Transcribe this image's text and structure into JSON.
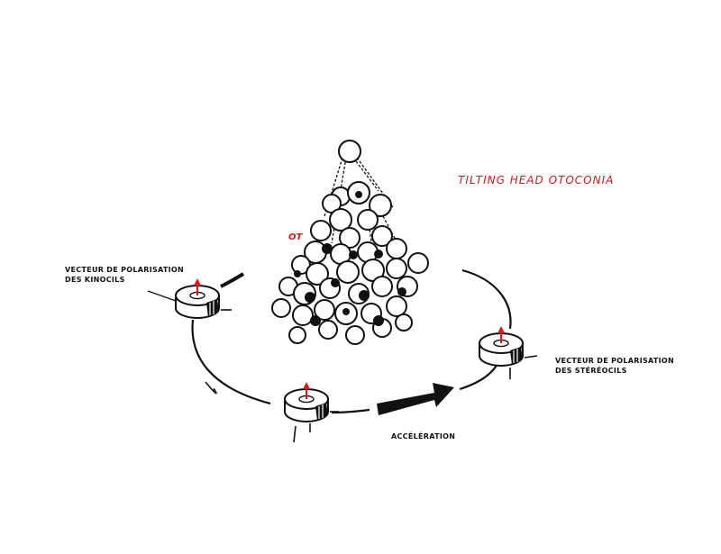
{
  "title": "TILTING HEAD OTOCONIA",
  "otolith_label": "OT",
  "label_kinocils_line1": "VECTEUR DE POLARISATION",
  "label_kinocils_line2": "DES KINOCILS",
  "label_stereocils_line1": "VECTEUR DE POLARISATION",
  "label_stereocils_line2": "DES STÉRÉOCILS",
  "label_acceleration": "ACCÉLÉRATION",
  "colors": {
    "accent_red": "#d71920",
    "ink": "#111111"
  },
  "icons": [
    "hair-cell-icon",
    "polarization-arrow-icon",
    "acceleration-arrow-icon",
    "otoconia-cluster-icon"
  ]
}
